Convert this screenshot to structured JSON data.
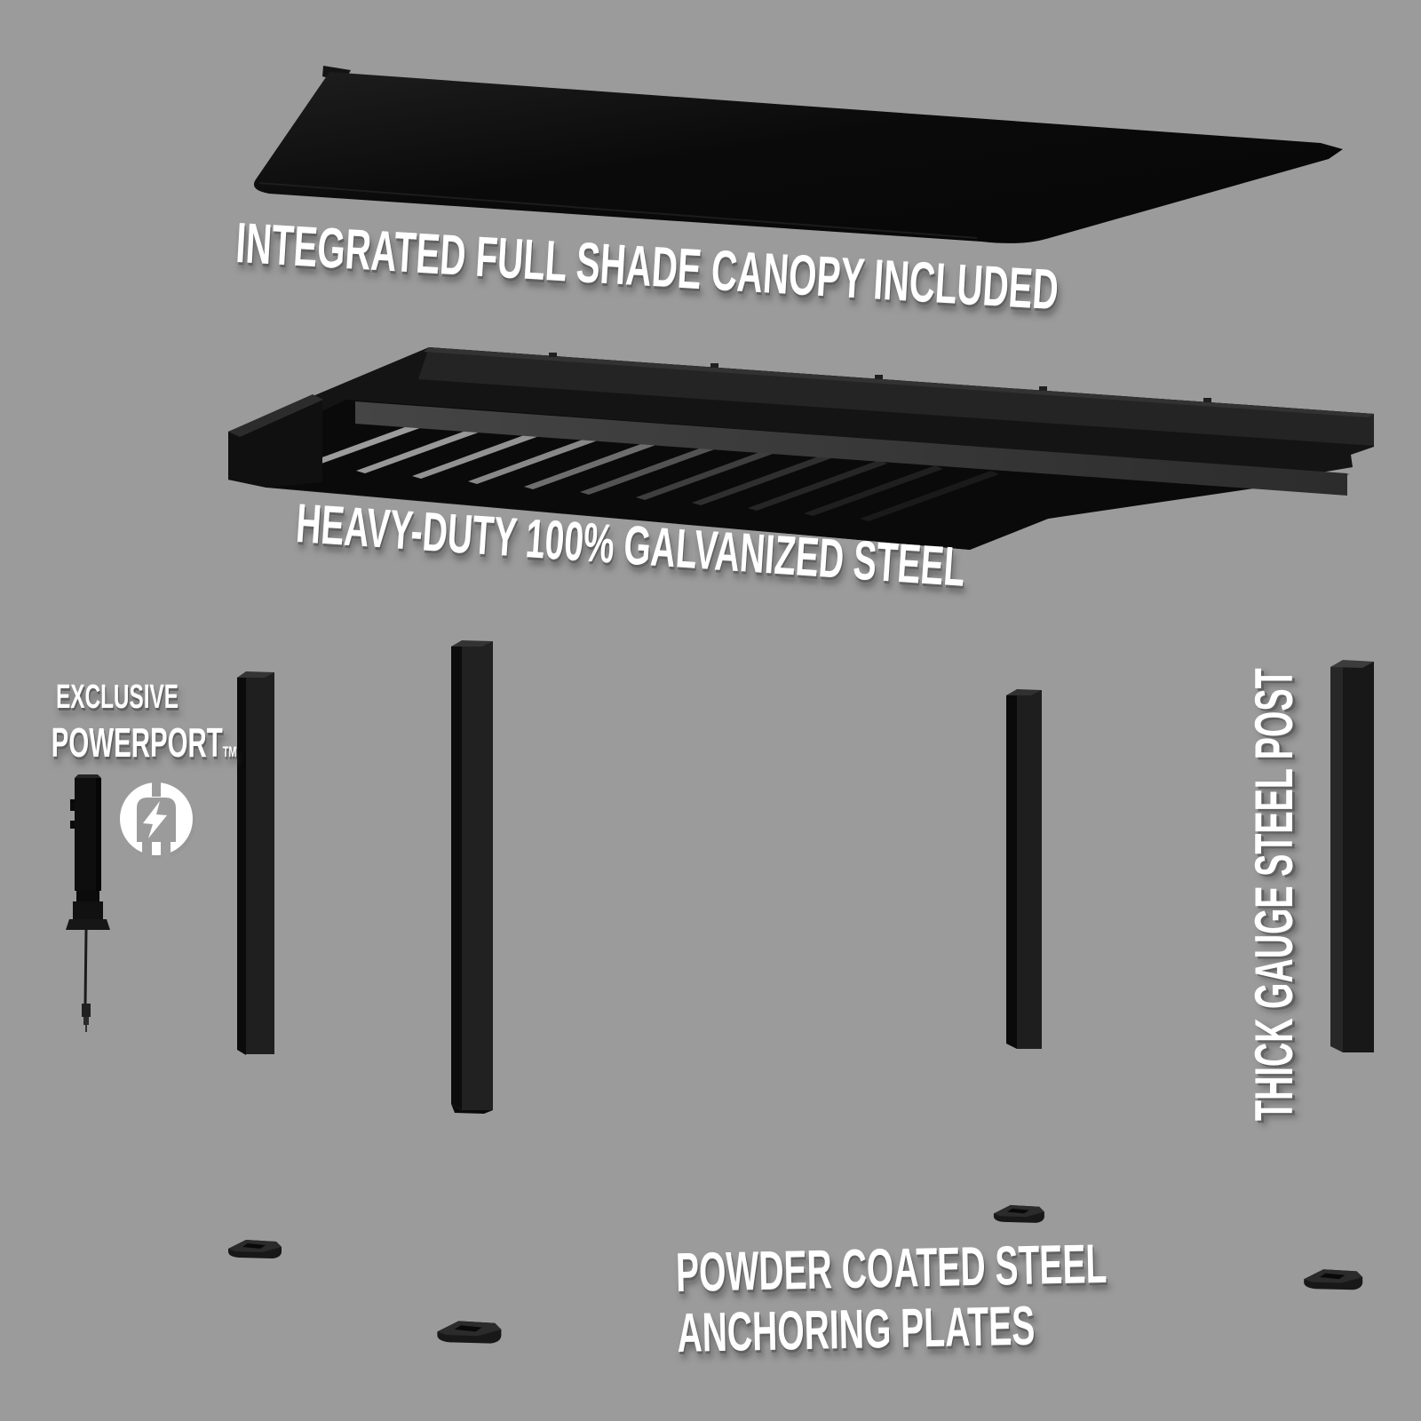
{
  "colors": {
    "background": "#9b9b9b",
    "product_black": "#111111",
    "label_text": "#ffffff",
    "label_shadow": "#606060"
  },
  "labels": {
    "canopy": "INTEGRATED FULL SHADE CANOPY INCLUDED",
    "frame": "HEAVY-DUTY 100% GALVANIZED STEEL",
    "powerport_line1": "EXCLUSIVE",
    "powerport_line2": "POWERPORT",
    "powerport_tm": "TM",
    "post": "THICK GAUGE STEEL POST",
    "anchor_line1": "POWDER COATED STEEL",
    "anchor_line2": "ANCHORING PLATES"
  },
  "icons": {
    "powerport": "plug-lightning-circle-icon"
  }
}
